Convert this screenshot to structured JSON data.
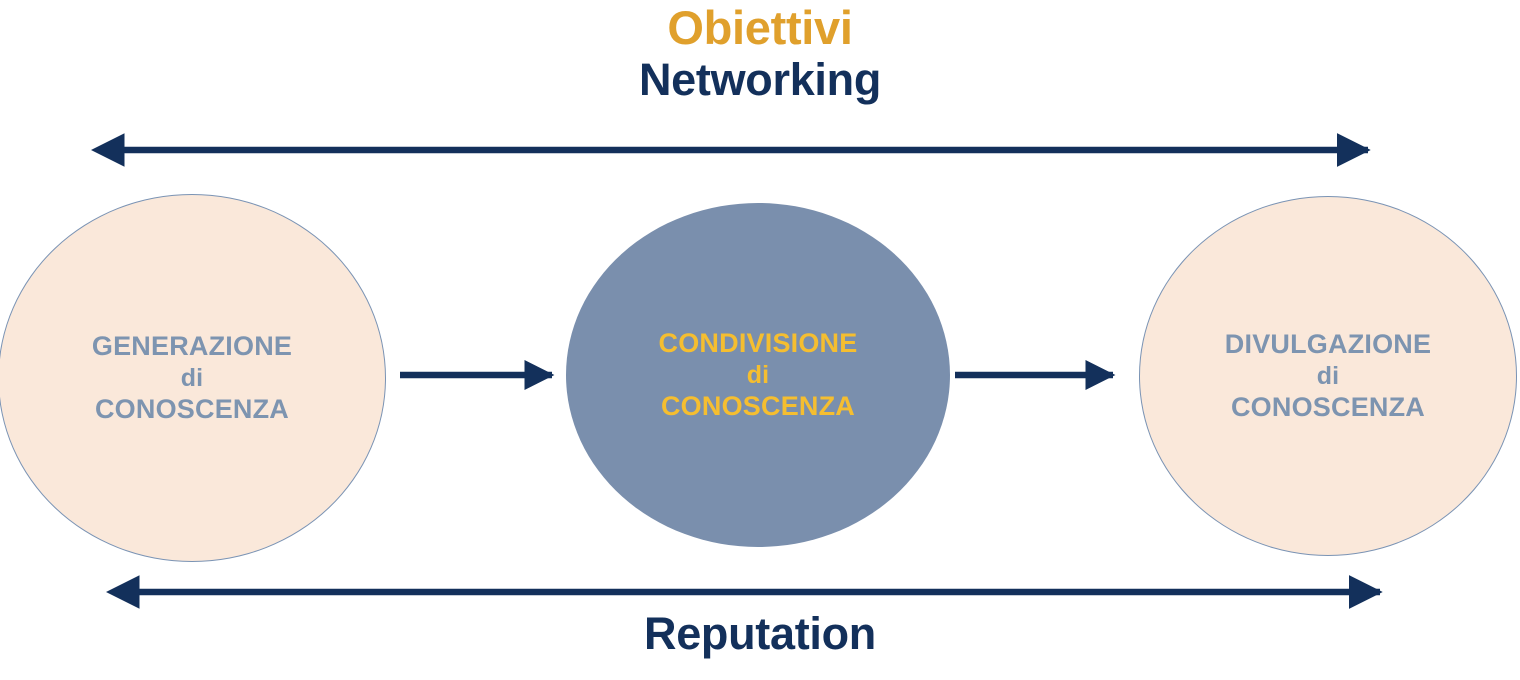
{
  "header": {
    "title": "Obiettivi",
    "subtitle": "Networking"
  },
  "footer": {
    "caption": "Reputation"
  },
  "diagram": {
    "nodes": [
      {
        "id": "generazione",
        "line1": "GENERAZIONE",
        "line2": "di",
        "line3": "CONOSCENZA",
        "fill": "#FAE8DA",
        "border": "#7A93B4",
        "text_color": "#7D94B0"
      },
      {
        "id": "condivisione",
        "line1": "CONDIVISIONE",
        "line2": "di",
        "line3": "CONOSCENZA",
        "fill": "#7A8FAD",
        "border": "none",
        "text_color": "#F5BE30"
      },
      {
        "id": "divulgazione",
        "line1": "DIVULGAZIONE",
        "line2": "di",
        "line3": "CONOSCENZA",
        "fill": "#FAE8DA",
        "border": "#7A93B4",
        "text_color": "#7D94B0"
      }
    ],
    "arrows": [
      {
        "id": "top-span-arrow",
        "label": "Networking",
        "direction": "double",
        "color": "#13305B"
      },
      {
        "id": "flow-arrow-1",
        "from": "generazione",
        "to": "condivisione",
        "direction": "right",
        "color": "#13305B"
      },
      {
        "id": "flow-arrow-2",
        "from": "condivisione",
        "to": "divulgazione",
        "direction": "right",
        "color": "#13305B"
      },
      {
        "id": "bottom-span-arrow",
        "label": "Reputation",
        "direction": "double",
        "color": "#13305B"
      }
    ]
  },
  "colors": {
    "accent_gold": "#E0A02C",
    "navy": "#13305B",
    "slate": "#7A8FAD",
    "slate_text": "#7D94B0",
    "cream": "#FAE8DA",
    "node_gold_text": "#F5BE30",
    "background": "#FFFFFF"
  }
}
